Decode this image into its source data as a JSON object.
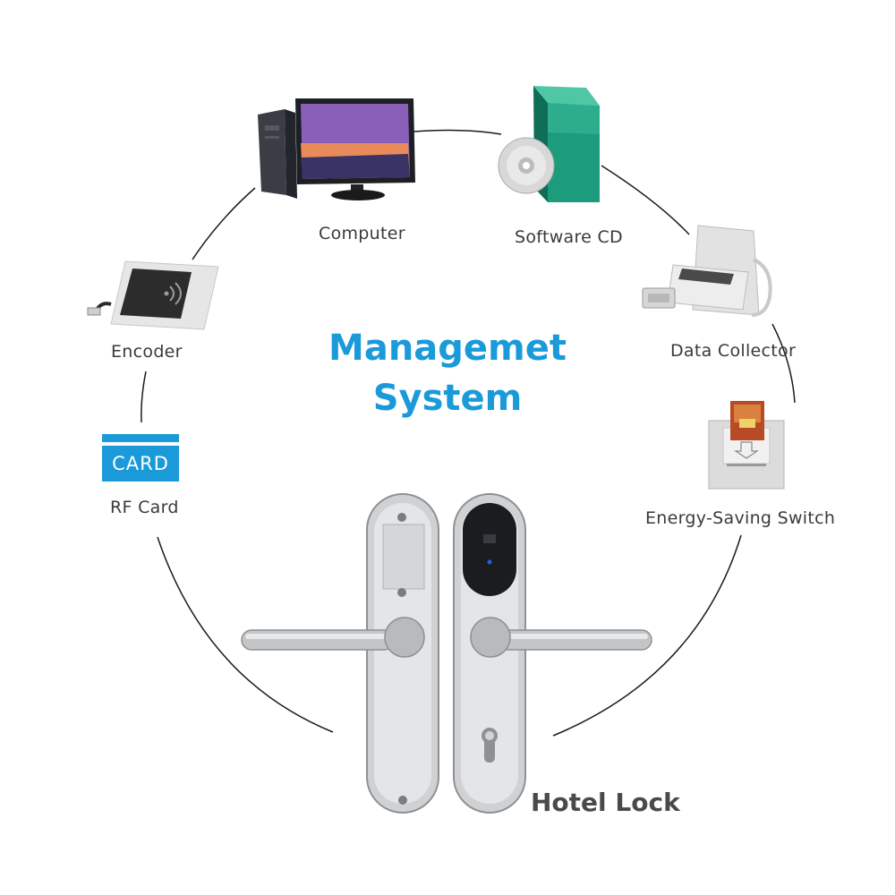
{
  "title": {
    "line1": "Managemet",
    "line2": "System"
  },
  "nodes": {
    "computer": "Computer",
    "software_cd": "Software CD",
    "encoder": "Encoder",
    "data_collector": "Data Collector",
    "rf_card": "RF Card",
    "rf_card_badge": "CARD",
    "energy_switch": "Energy-Saving Switch",
    "hotel_lock": "Hotel Lock"
  },
  "colors": {
    "title": "#1a9ad9",
    "card_badge": "#1a9ad9",
    "ring": "#1a1a1a"
  }
}
